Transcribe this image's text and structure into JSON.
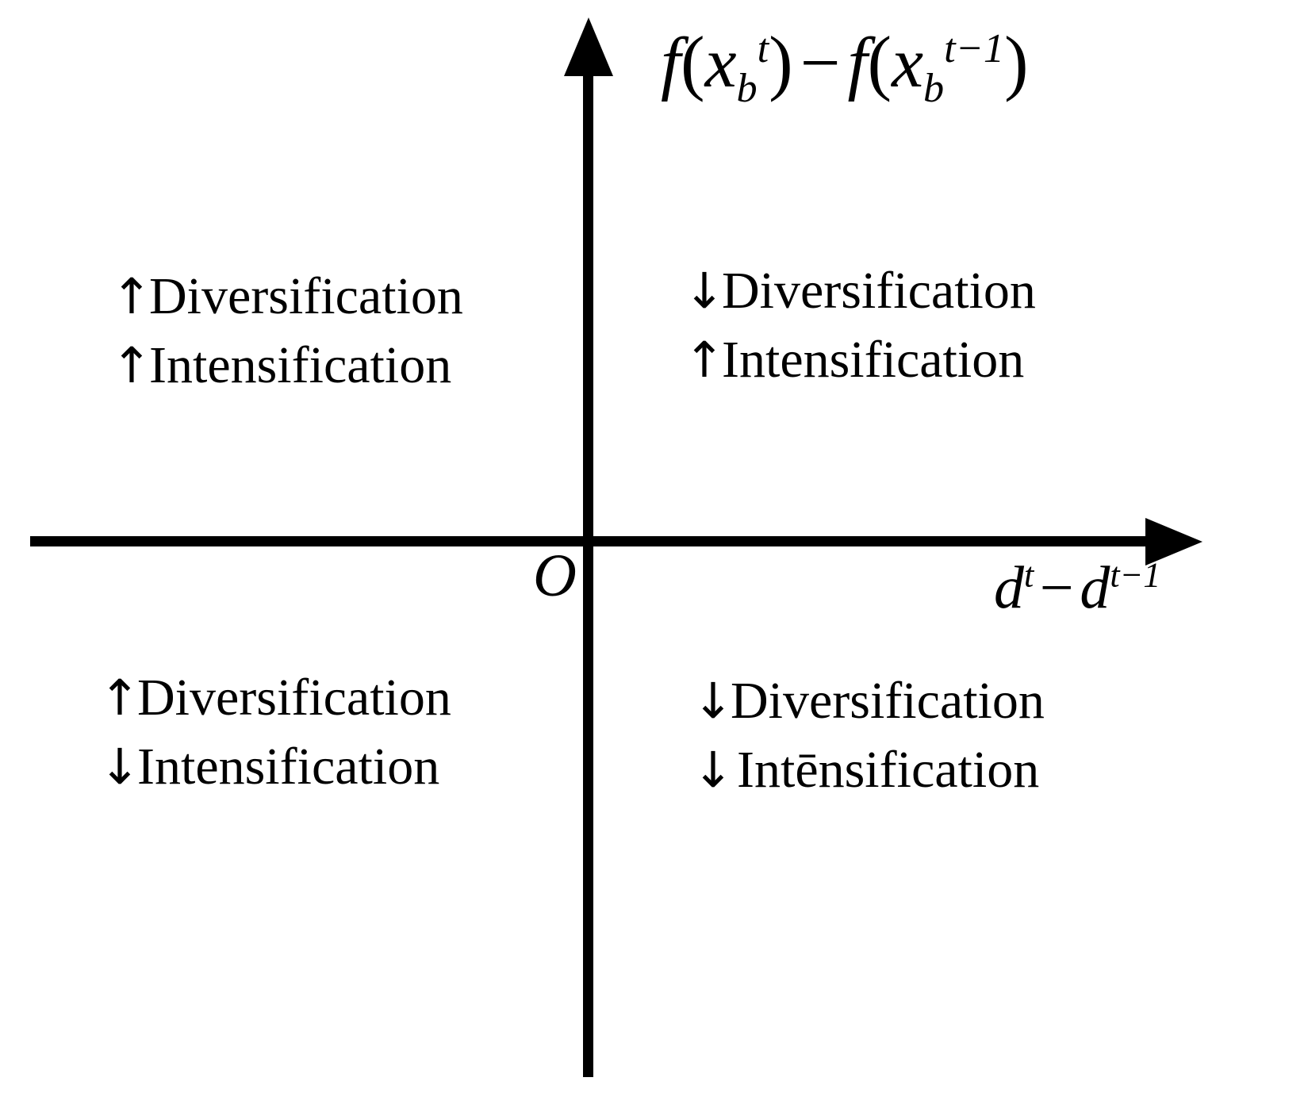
{
  "diagram": {
    "title": "Diversification-Intensification quadrant diagram",
    "axes": {
      "x_label_parts": {
        "d1": "d",
        "sup1": "t",
        "minus": "−",
        "d2": "d",
        "sup2": "t−1"
      },
      "y_label_parts": {
        "f1": "f",
        "open1": "(",
        "x1": "x",
        "sub1": "b",
        "sup1": "t",
        "close1": ")",
        "minus": "−",
        "f2": "f",
        "open2": "(",
        "x2": "x",
        "sub2": "b",
        "sup2": "t−1",
        "close2": ")"
      },
      "x_label_text": "d^t − d^{t−1}",
      "y_label_text": "f(x_b^t) − f(x_b^{t−1})",
      "origin_label": "O",
      "axis_color": "#000000"
    },
    "quadrants": [
      {
        "id": "top-left",
        "position": "upper-left",
        "lines": [
          {
            "arrow": "↑",
            "arrow_name": "up-arrow-icon",
            "label": "Diversification"
          },
          {
            "arrow": "↑",
            "arrow_name": "up-arrow-icon",
            "label": "Intensification"
          }
        ]
      },
      {
        "id": "top-right",
        "position": "upper-right",
        "lines": [
          {
            "arrow": "↓",
            "arrow_name": "down-arrow-icon",
            "label": "Diversification"
          },
          {
            "arrow": "↑",
            "arrow_name": "up-arrow-icon",
            "label": "Intensification"
          }
        ]
      },
      {
        "id": "bottom-left",
        "position": "lower-left",
        "lines": [
          {
            "arrow": "↑",
            "arrow_name": "up-arrow-icon",
            "label": "Diversification"
          },
          {
            "arrow": "↓",
            "arrow_name": "down-arrow-icon",
            "label": "Intensification"
          }
        ]
      },
      {
        "id": "bottom-right",
        "position": "lower-right",
        "lines": [
          {
            "arrow": "↓",
            "arrow_name": "down-arrow-icon",
            "label": "Diversification"
          },
          {
            "arrow": "↓",
            "arrow_name": "down-arrow-icon",
            "label": "Intēnsification"
          }
        ]
      }
    ]
  }
}
